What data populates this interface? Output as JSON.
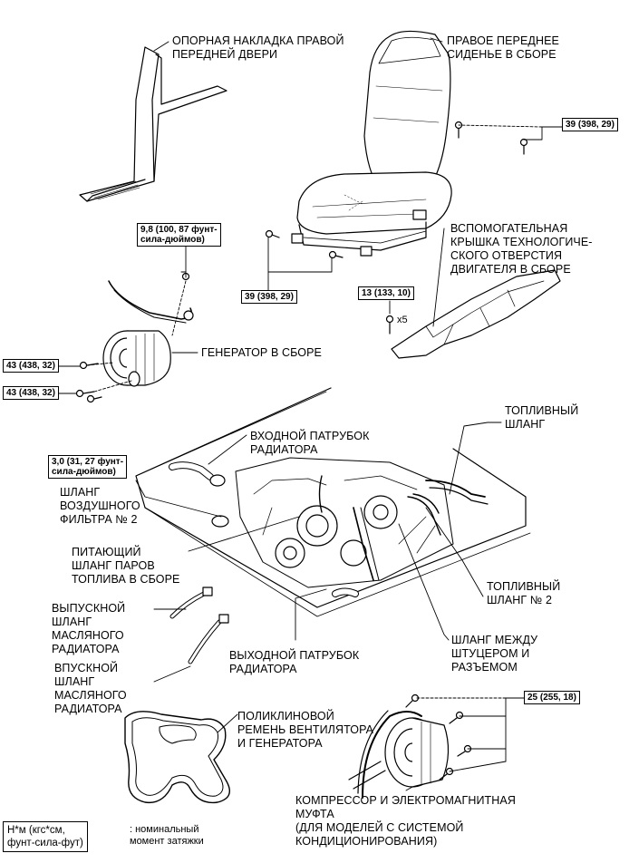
{
  "labels": {
    "door_scuff": "ОПОРНАЯ НАКЛАДКА ПРАВОЙ\nПЕРЕДНЕЙ ДВЕРИ",
    "seat": "ПРАВОЕ ПЕРЕДНЕЕ\nСИДЕНЬЕ В СБОРЕ",
    "service_cover": "ВСПОМОГАТЕЛЬНАЯ\nКРЫШКА ТЕХНОЛОГИЧЕ-\nСКОГО ОТВЕРСТИЯ\nДВИГАТЕЛЯ В СБОРЕ",
    "generator": "ГЕНЕРАТОР В СБОРЕ",
    "radiator_inlet": "ВХОДНОЙ ПАТРУБОК\nРАДИАТОРА",
    "fuel_hose": "ТОПЛИВНЫЙ\nШЛАНГ",
    "air_filter_hose": "ШЛАНГ\nВОЗДУШНОГО\nФИЛЬТРА № 2",
    "fuel_vapor_hose": "ПИТАЮЩИЙ\nШЛАНГ ПАРОВ\nТОПЛИВА В СБОРЕ",
    "fuel_hose_2": "ТОПЛИВНЫЙ\nШЛАНГ № 2",
    "oil_outlet_hose": "ВЫПУСКНОЙ\nШЛАНГ\nМАСЛЯНОГО\nРАДИАТОРА",
    "oil_inlet_hose": "ВПУСКНОЙ\nШЛАНГ\nМАСЛЯНОГО\nРАДИАТОРА",
    "radiator_outlet": "ВЫХОДНОЙ ПАТРУБОК\nРАДИАТОРА",
    "union_hose": "ШЛАНГ МЕЖДУ\nШТУЦЕРОМ И\nРАЗЪЕМОМ",
    "belt": "ПОЛИКЛИНОВОЙ\nРЕМЕНЬ ВЕНТИЛЯТОРА\nИ ГЕНЕРАТОРА",
    "compressor": "КОМПРЕССОР И ЭЛЕКТРОМАГНИТНАЯ\nМУФТА\n(ДЛЯ МОДЕЛЕЙ С СИСТЕМОЙ\nКОНДИЦИОНИРОВАНИЯ)"
  },
  "torques": {
    "seat_upper": "39 (398, 29)",
    "seat_lower": "39 (398, 29)",
    "generator_top": "9,8 (100, 87 фунт-\nсила-дюймов)",
    "cover_bolt": "13 (133, 10)",
    "cover_qty": "x5",
    "generator_left_1": "43 (438, 32)",
    "generator_left_2": "43 (438, 32)",
    "hose_clamp": "3,0 (31, 27 фунт-\nсила-дюймов)",
    "compressor": "25 (255, 18)"
  },
  "legend": {
    "unit": "Н*м (кгс*см,\nфунт-сила-фут)",
    "description": ": номинальный\nмомент затяжки"
  }
}
